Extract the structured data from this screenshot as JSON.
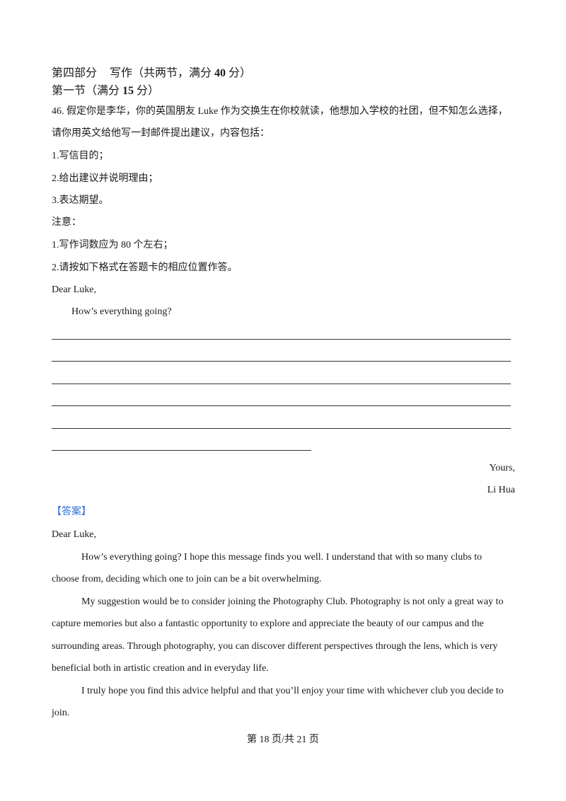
{
  "section": {
    "part_title": "第四部分",
    "part_subtitle_prefix": "写作（共两节，满分 ",
    "part_subtitle_score": "40",
    "part_subtitle_suffix": " 分）",
    "sub_title_prefix": "第一节（满分 ",
    "sub_title_score": "15",
    "sub_title_suffix": " 分）"
  },
  "question": {
    "line1": "46. 假定你是李华，你的英国朋友 Luke 作为交换生在你校就读，他想加入学校的社团，但不知怎么选择，",
    "line2": "请你用英文给他写一封邮件提出建议，内容包括：",
    "points": [
      "1.写信目的；",
      "2.给出建议并说明理由；",
      "3.表达期望。"
    ],
    "note_label": "注意：",
    "notes": [
      "1.写作词数应为 80 个左右；",
      "2.请按如下格式在答题卡的相应位置作答。"
    ],
    "salutation": "Dear Luke,",
    "opening": "How’s everything going?",
    "closing": "Yours,",
    "signature": "Li Hua"
  },
  "answer": {
    "tag": "【答案】",
    "salutation": "Dear Luke,",
    "lines": [
      "How’s everything going? I hope this message finds you well. I understand that with so many clubs to",
      "choose from, deciding which one to join can be a bit overwhelming.",
      "My suggestion would be to consider joining the Photography Club. Photography is not only a great way to",
      "capture memories but also a fantastic opportunity to explore and appreciate the beauty of our campus and the",
      "surrounding areas. Through photography, you can discover different perspectives through the lens, which is very",
      "beneficial both in artistic creation and in everyday life.",
      "I truly hope you find this advice helpful and that you’ll enjoy your time with whichever club you decide to",
      "join."
    ]
  },
  "footer": {
    "page_label": "第 18 页/共 21 页"
  }
}
